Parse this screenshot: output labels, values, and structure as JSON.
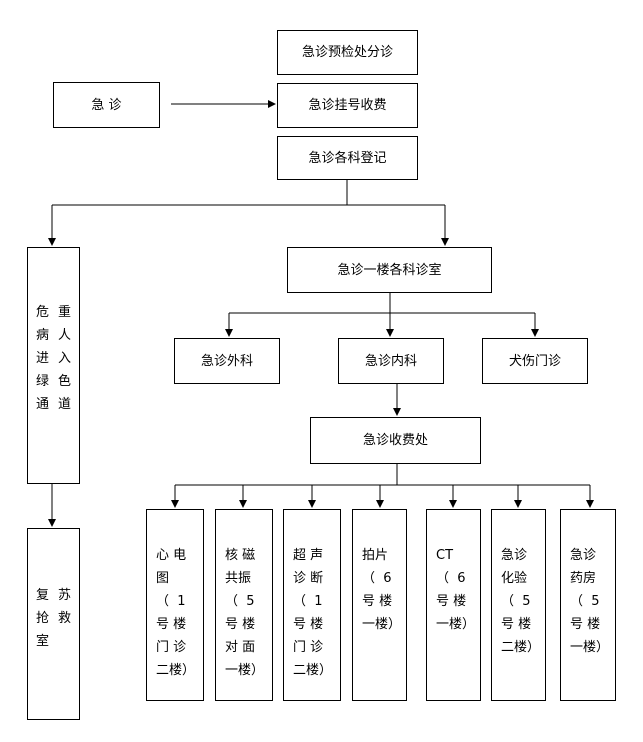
{
  "nodes": {
    "jizhen": "急 诊",
    "preexam": "急诊预检处分诊",
    "register": "急诊挂号收费",
    "dept_register": "急诊各科登记",
    "green_channel_col1": "危\n病\n进\n绿\n通",
    "green_channel_col2": "重\n人\n入\n色\n道",
    "rescue_col1": "复\n抢",
    "rescue_col2": "苏\n救",
    "rescue_col3": "室",
    "floor1": "急诊一楼各科诊室",
    "surgery": "急诊外科",
    "internal": "急诊内科",
    "dog_bite": "犬伤门诊",
    "cashier": "急诊收费处",
    "ecg": "心 电\n图\n（  1\n号 楼\n门 诊\n二楼）",
    "mri": "核 磁\n共振\n（  5\n号 楼\n对 面\n一楼）",
    "ultrasound": "超 声\n诊 断\n（  1\n号 楼\n门 诊\n二楼）",
    "xray": "拍片\n（  6\n号 楼\n一楼）",
    "ct": "CT\n（  6\n号 楼\n一楼）",
    "lab": "急诊\n化验\n（  5\n号 楼\n二楼）",
    "pharmacy": "急诊\n药房\n（  5\n号 楼\n一楼）"
  }
}
